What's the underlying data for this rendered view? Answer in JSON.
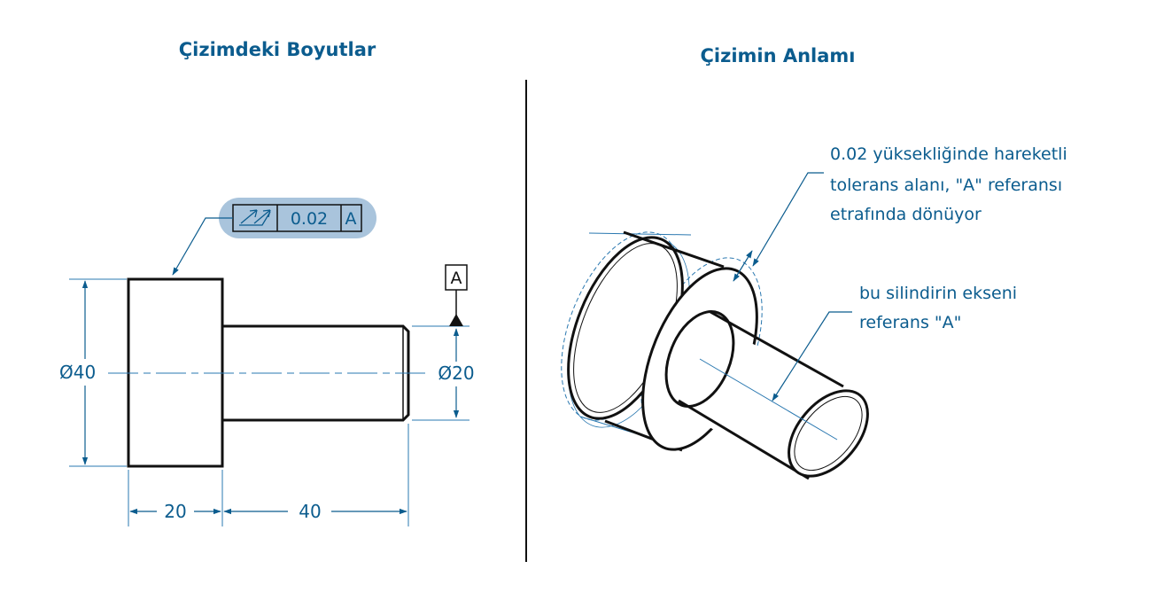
{
  "left": {
    "title": "Çizimdeki Boyutlar",
    "dimensions": {
      "diameter_large": "Ø40",
      "diameter_small": "Ø20",
      "length_head": "20",
      "length_shaft": "40"
    },
    "feature_control_frame": {
      "symbol": "total-runout-icon",
      "tolerance": "0.02",
      "datum_ref": "A"
    },
    "datum_label": "A"
  },
  "right": {
    "title": "Çizimin Anlamı",
    "tolerance_note": [
      "0.02 yüksekliğinde hareketli",
      "tolerans alanı, \"A\" referansı",
      "etrafında dönüyor"
    ],
    "axis_note": [
      "bu silindirin ekseni",
      "referans \"A\""
    ]
  },
  "colors": {
    "accent": "#0b5c8e",
    "frame_bg": "#a9c4dc",
    "line": "#111111",
    "thin": "#2a78b0"
  }
}
